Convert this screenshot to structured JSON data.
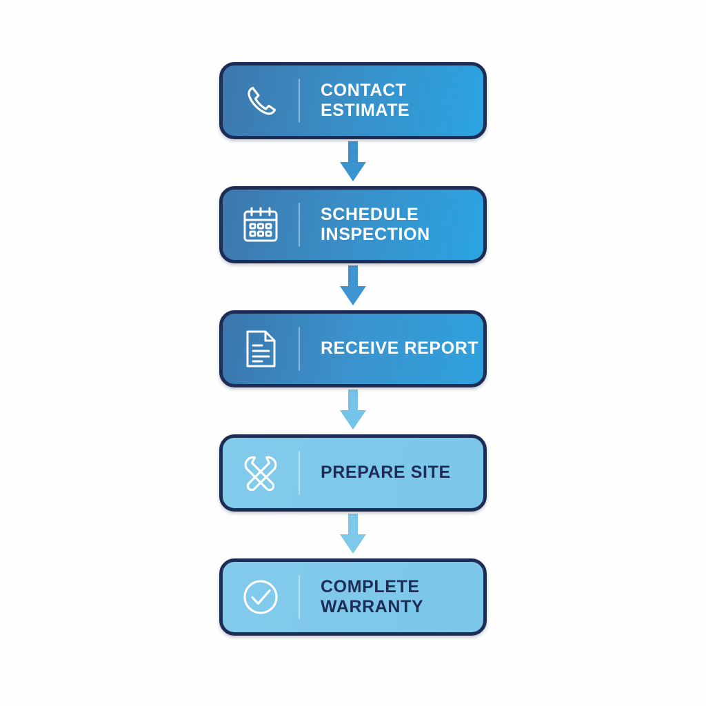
{
  "diagram": {
    "type": "vertical-process-flowchart",
    "background_color": "#fefefe",
    "border_color": "#1e2d55",
    "steps": [
      {
        "index": 1,
        "label": "CONTACT\nESTIMATE",
        "icon": "phone-icon",
        "tone": "tone-dark",
        "text_color": "#ffffff",
        "fill_from": "#3c78ad",
        "fill_to": "#2ba4e2"
      },
      {
        "index": 2,
        "label": "SCHEDULE\nINSPECTION",
        "icon": "calendar-icon",
        "tone": "tone-dark",
        "text_color": "#ffffff",
        "fill_from": "#3c78ad",
        "fill_to": "#2ba4e2"
      },
      {
        "index": 3,
        "label": "RECEIVE REPORT",
        "icon": "document-icon",
        "tone": "tone-mid",
        "text_color": "#ffffff",
        "fill_from": "#3a76ac",
        "fill_to": "#2ea1de"
      },
      {
        "index": 4,
        "label": "PREPARE SITE",
        "icon": "tools-icon",
        "tone": "tone-light",
        "text_color": "#1e2d55",
        "fill_from": "#83cbeb",
        "fill_to": "#7cc7e9"
      },
      {
        "index": 5,
        "label": "COMPLETE WARRANTY",
        "icon": "check-circle-icon",
        "tone": "tone-light",
        "text_color": "#1e2d55",
        "fill_from": "#83cbeb",
        "fill_to": "#7cc7e9"
      }
    ],
    "arrows": [
      {
        "index": 1,
        "from_step": 1,
        "to_step": 2,
        "color": "#3a92cf",
        "direction": "down"
      },
      {
        "index": 2,
        "from_step": 2,
        "to_step": 3,
        "color": "#3e95d1",
        "direction": "down"
      },
      {
        "index": 3,
        "from_step": 3,
        "to_step": 4,
        "color": "#74c3e8",
        "direction": "down"
      },
      {
        "index": 4,
        "from_step": 4,
        "to_step": 5,
        "color": "#7ec8ea",
        "direction": "down"
      }
    ]
  }
}
